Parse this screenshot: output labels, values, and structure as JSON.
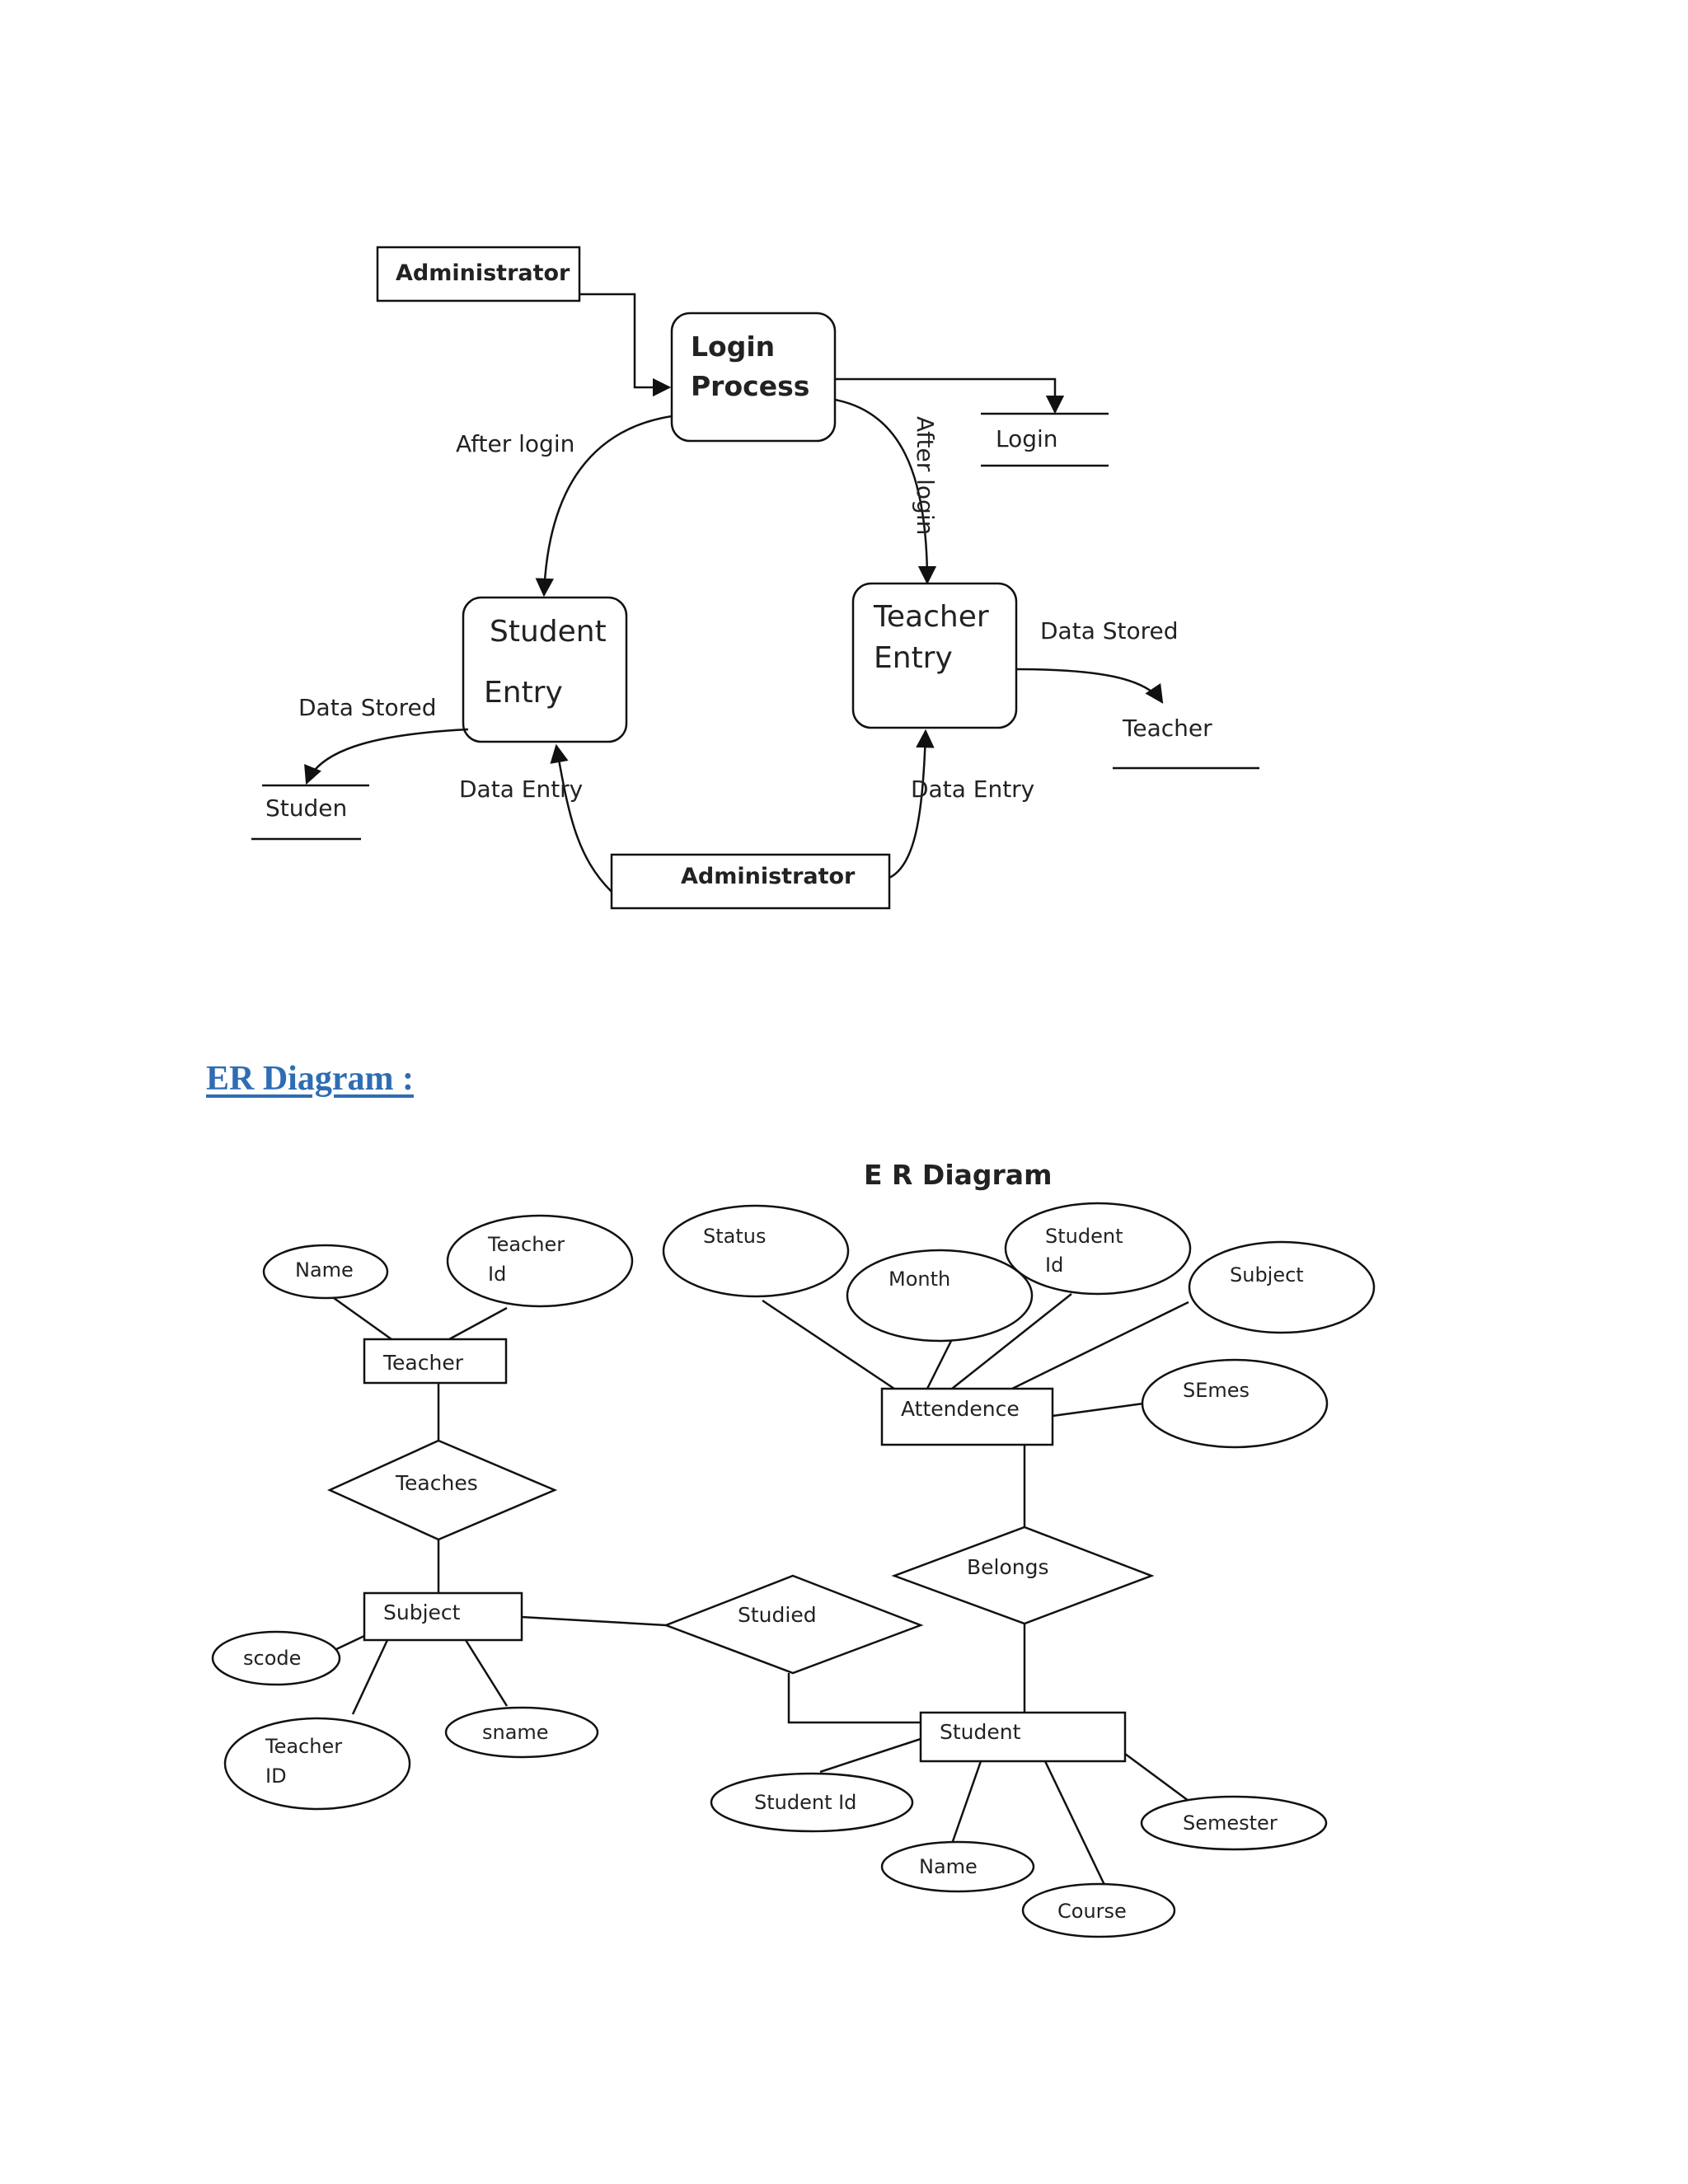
{
  "dfd": {
    "admin_top": "Administrator",
    "login_process": [
      "Login",
      "Process"
    ],
    "login_store": "Login",
    "after_login_left": "After login",
    "after_login_right": "After login",
    "student_entry": [
      "Student",
      "Entry"
    ],
    "teacher_entry": [
      "Teacher",
      "Entry"
    ],
    "data_stored_left": "Data Stored",
    "data_stored_right": "Data Stored",
    "student_store": "Studen",
    "teacher_store": "Teacher",
    "data_entry_left": "Data Entry",
    "data_entry_right": "Data Entry",
    "admin_bottom": "Administrator"
  },
  "er_heading": "ER Diagram :",
  "er": {
    "title": "E R Diagram",
    "entities": {
      "teacher": "Teacher",
      "subject": "Subject",
      "attendence": "Attendence",
      "student": "Student"
    },
    "relationships": {
      "teaches": "Teaches",
      "studied": "Studied",
      "belongs": "Belongs"
    },
    "attributes": {
      "teacher_name": "Name",
      "teacher_id": [
        "Teacher",
        "Id"
      ],
      "status": "Status",
      "month": "Month",
      "att_student_id": [
        "Student",
        "Id"
      ],
      "att_subject": "Subject",
      "semes": "SEmes",
      "scode": "scode",
      "sub_teacher_id": [
        "Teacher",
        "ID"
      ],
      "sname": "sname",
      "stu_student_id": "Student Id",
      "stu_name": "Name",
      "course": "Course",
      "semester": "Semester"
    }
  }
}
